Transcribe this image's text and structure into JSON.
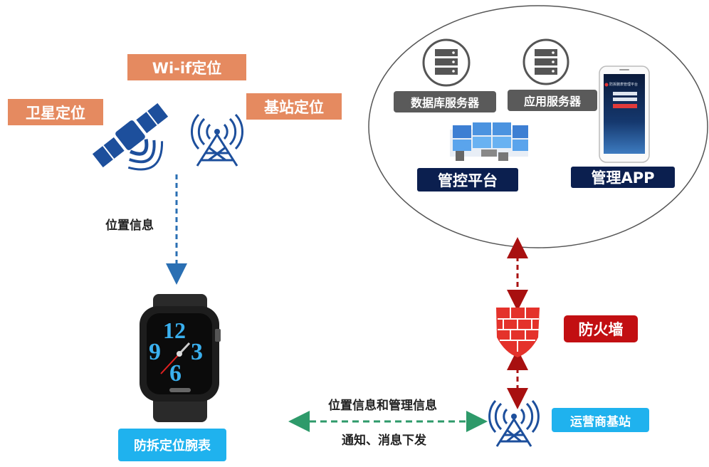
{
  "positioning": {
    "wifi": "Wi-if定位",
    "satellite": "卫星定位",
    "base_station": "基站定位",
    "flow_label": "位置信息"
  },
  "cloud": {
    "db_server": "数据库服务器",
    "app_server": "应用服务器",
    "control_platform": "管控平台",
    "management_app": "管理APP",
    "phone_screen_title": "防拆腕表管理平台"
  },
  "watch": {
    "label": "防拆定位腕表",
    "dial_numbers": [
      "12",
      "9",
      "3",
      "6"
    ]
  },
  "network": {
    "firewall": "防火墙",
    "operator": "运营商基站",
    "upload_label": "位置信息和管理信息",
    "download_label": "通知、消息下发"
  },
  "colors": {
    "orange": "#e58a60",
    "navy": "#0b1f4f",
    "blue_arrow": "#2a6fb3",
    "green_arrow": "#2e9a6a",
    "red_arrow": "#a81010",
    "firewall_red": "#e4322b",
    "tower_blue": "#1d4f9c",
    "dial_blue": "#3ab0ef"
  }
}
